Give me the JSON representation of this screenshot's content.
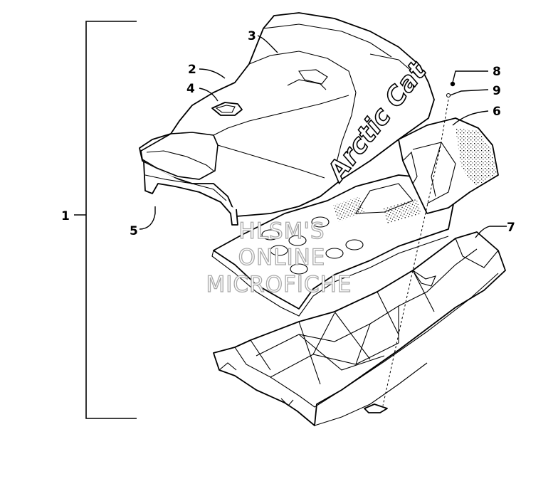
{
  "callouts": {
    "c1": "1",
    "c2": "2",
    "c3": "3",
    "c4": "4",
    "c5": "5",
    "c6": "6",
    "c7": "7",
    "c8": "8",
    "c9": "9"
  },
  "watermark": {
    "line1": "HLSM'S",
    "line2": "ONLINE",
    "line3": "MICROFICHE"
  },
  "decal": {
    "text": "Arctic Cat"
  },
  "colors": {
    "ink": "#000000",
    "paper": "#ffffff",
    "watermark_outline": "#a8a8a8"
  }
}
